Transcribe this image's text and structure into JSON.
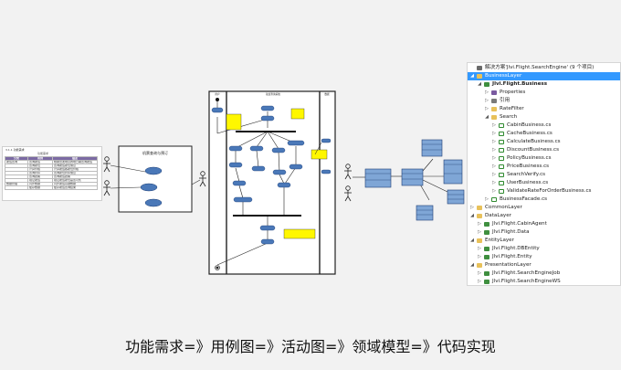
{
  "requirements": {
    "title": "3.1.1 功能需求",
    "subtitle": "功能需求",
    "headers": [
      "分类",
      "用例",
      "描述"
    ],
    "rows": [
      [
        "航班查询",
        "查询航班",
        "根据出发地目的地日期查询航班"
      ],
      [
        "",
        "查询舱位",
        "查询航班舱位信息"
      ],
      [
        "",
        "计算价格",
        "计算航班各舱位价格"
      ],
      [
        "",
        "查询折扣",
        "查询舱位折扣信息"
      ],
      [
        "",
        "查询政策",
        "查询航班政策"
      ],
      [
        "",
        "验证航班",
        "验证航班舱位是否可售"
      ],
      [
        "数据管理",
        "同步数据",
        "同步航班基础数据"
      ],
      [
        "",
        "缓存数据",
        "缓存航班查询结果"
      ]
    ]
  },
  "usecase": {
    "title": "机票查询与预订"
  },
  "activity": {
    "lanes": [
      "用户",
      "航班查询系统",
      "数据"
    ]
  },
  "solution": {
    "rows": [
      {
        "indent": 0,
        "arrow": "",
        "icon": "sln",
        "label": "解决方案'Jlvi.Flight.SearchEngine' (9 个项目)"
      },
      {
        "indent": 0,
        "arrow": "◢",
        "icon": "folder",
        "label": "BusinessLayer",
        "selected": true
      },
      {
        "indent": 1,
        "arrow": "◢",
        "icon": "proj",
        "label": "Jlvi.Flight.Business",
        "bold": true
      },
      {
        "indent": 2,
        "arrow": "▷",
        "icon": "prop",
        "label": "Properties"
      },
      {
        "indent": 2,
        "arrow": "▷",
        "icon": "ref",
        "label": "引用"
      },
      {
        "indent": 2,
        "arrow": "▷",
        "icon": "folder",
        "label": "RateFilter"
      },
      {
        "indent": 2,
        "arrow": "◢",
        "icon": "folder",
        "label": "Search"
      },
      {
        "indent": 3,
        "arrow": "▷",
        "icon": "cs",
        "label": "CabinBusiness.cs"
      },
      {
        "indent": 3,
        "arrow": "▷",
        "icon": "cs",
        "label": "CacheBusiness.cs"
      },
      {
        "indent": 3,
        "arrow": "▷",
        "icon": "cs",
        "label": "CalculateBusiness.cs"
      },
      {
        "indent": 3,
        "arrow": "▷",
        "icon": "cs",
        "label": "DiscountBusiness.cs"
      },
      {
        "indent": 3,
        "arrow": "▷",
        "icon": "cs",
        "label": "PolicyBusiness.cs"
      },
      {
        "indent": 3,
        "arrow": "▷",
        "icon": "cs",
        "label": "PriceBusiness.cs"
      },
      {
        "indent": 3,
        "arrow": "▷",
        "icon": "cs",
        "label": "SearchVerify.cs"
      },
      {
        "indent": 3,
        "arrow": "▷",
        "icon": "cs",
        "label": "UserBusiness.cs"
      },
      {
        "indent": 3,
        "arrow": "▷",
        "icon": "cs",
        "label": "ValidateRateForOrderBusiness.cs"
      },
      {
        "indent": 2,
        "arrow": "▷",
        "icon": "cs",
        "label": "BusinessFacade.cs"
      },
      {
        "indent": 0,
        "arrow": "▷",
        "icon": "folder",
        "label": "CommonLayer"
      },
      {
        "indent": 0,
        "arrow": "◢",
        "icon": "folder",
        "label": "DataLayer"
      },
      {
        "indent": 1,
        "arrow": "▷",
        "icon": "proj",
        "label": "Jlvi.Flight.CabinAgent"
      },
      {
        "indent": 1,
        "arrow": "▷",
        "icon": "proj",
        "label": "Jlvi.Flight.Data"
      },
      {
        "indent": 0,
        "arrow": "◢",
        "icon": "folder",
        "label": "EntityLayer"
      },
      {
        "indent": 1,
        "arrow": "▷",
        "icon": "proj",
        "label": "Jlvi.Flight.DBEntity"
      },
      {
        "indent": 1,
        "arrow": "▷",
        "icon": "proj",
        "label": "Jlvi.Flight.Entity"
      },
      {
        "indent": 0,
        "arrow": "◢",
        "icon": "folder",
        "label": "PresentationLayer"
      },
      {
        "indent": 1,
        "arrow": "▷",
        "icon": "proj",
        "label": "Jlvi.Flight.SearchEngineJob"
      },
      {
        "indent": 1,
        "arrow": "▷",
        "icon": "proj",
        "label": "Jlvi.Flight.SearchEngineWS"
      }
    ]
  },
  "caption": "功能需求=》用例图=》活动图=》领域模型=》代码实现",
  "colors": {
    "node_fill": "#4a78b8",
    "node_stroke": "#1f3f75",
    "note_fill": "#fff700",
    "class_fill": "#7fa6d6",
    "selection": "#3399ff"
  }
}
